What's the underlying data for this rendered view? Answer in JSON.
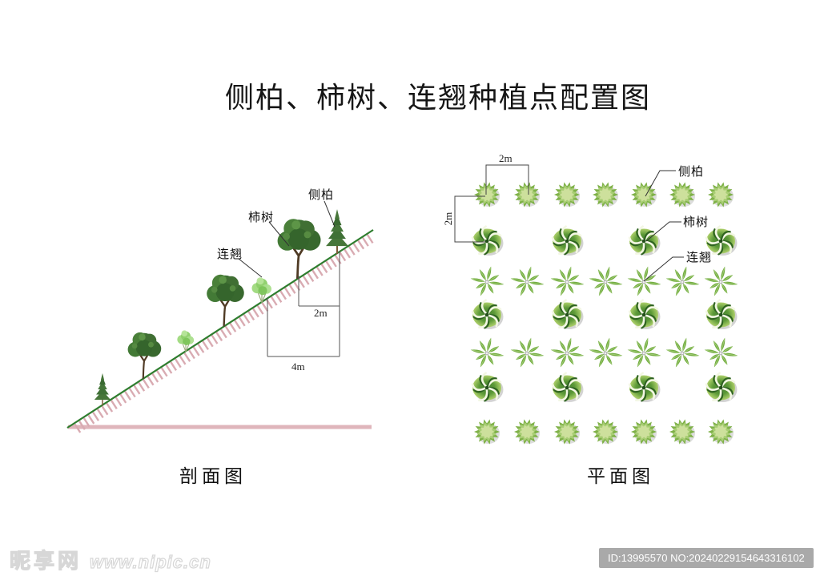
{
  "title": "侧柏、柿树、连翘种植点配置图",
  "section": {
    "caption": "剖面图",
    "labels": {
      "cebai": "侧柏",
      "shishu": "柿树",
      "lianqiao": "连翘"
    },
    "dims": {
      "spacing_2m": "2m",
      "spacing_4m": "4m"
    },
    "trees": [
      "cebai",
      "shishu",
      "lianqiao",
      "shishu",
      "lianqiao",
      "shishu",
      "cebai"
    ]
  },
  "plan": {
    "caption": "平面图",
    "labels": {
      "cebai": "侧柏",
      "shishu": "柿树",
      "lianqiao": "连翘"
    },
    "dims": {
      "col_spacing": "2m",
      "row_spacing": "2m"
    },
    "rows": [
      {
        "type": "cebai",
        "cols": [
          0,
          1,
          2,
          3,
          4,
          5,
          6
        ]
      },
      {
        "type": "shishu",
        "cols": [
          0,
          2,
          4,
          6
        ]
      },
      {
        "type": "lianqiao",
        "cols": [
          0,
          1,
          2,
          3,
          4,
          5,
          6
        ]
      },
      {
        "type": "shishu",
        "cols": [
          0,
          2,
          4,
          6
        ]
      },
      {
        "type": "lianqiao",
        "cols": [
          0,
          1,
          2,
          3,
          4,
          5,
          6
        ]
      },
      {
        "type": "shishu",
        "cols": [
          0,
          2,
          4,
          6
        ]
      },
      {
        "type": "cebai",
        "cols": [
          0,
          1,
          2,
          3,
          4,
          5,
          6
        ]
      }
    ]
  },
  "watermark": {
    "site_name": "昵享网",
    "site_url": "www.nipic.cn"
  },
  "badge": {
    "text": "ID:13995570 NO:20240229154643316102"
  },
  "colors": {
    "slope_line_green": "#2e7d2e",
    "hatch_pink": "#d9abb2",
    "baseline_pink": "#dfb5bb",
    "plan_cebai_green": "#7fb148",
    "plan_shishu_green": "#5d9a38",
    "plan_lianqiao_green": "#72ad41",
    "badge_bg": "#a9a9a9"
  }
}
